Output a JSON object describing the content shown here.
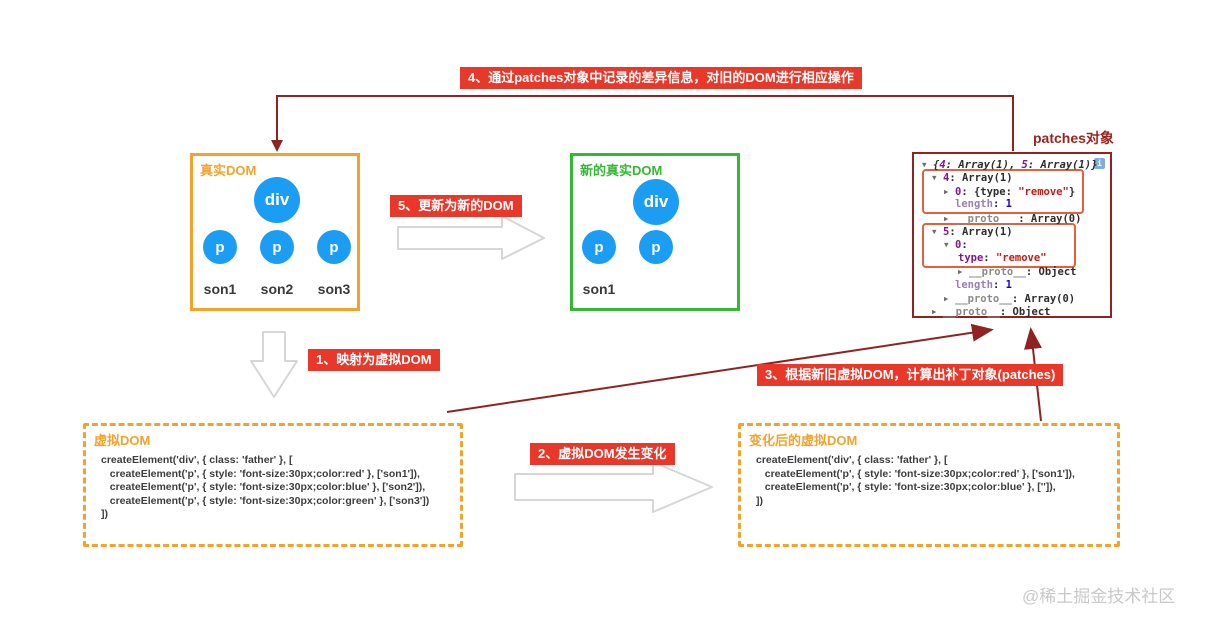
{
  "labels": {
    "step1": "1、映射为虚拟DOM",
    "step2": "2、虚拟DOM发生变化",
    "step3": "3、根据新旧虚拟DOM，计算出补丁对象(patches)",
    "step4": "4、通过patches对象中记录的差异信息，对旧的DOM进行相应操作",
    "step5": "5、更新为新的DOM"
  },
  "real_dom": {
    "title": "真实DOM",
    "root": "div",
    "children": [
      {
        "tag": "p",
        "caption": "son1"
      },
      {
        "tag": "p",
        "caption": "son2"
      },
      {
        "tag": "p",
        "caption": "son3"
      }
    ]
  },
  "new_dom": {
    "title": "新的真实DOM",
    "root": "div",
    "children": [
      {
        "tag": "p",
        "caption": "son1"
      },
      {
        "tag": "p",
        "caption": ""
      }
    ]
  },
  "patches": {
    "title": "patches对象",
    "info_icon": "i",
    "root_line": {
      "arrow": "▼",
      "o": "{",
      "k1": "4",
      "c1": ": ",
      "v1": "Array(1)",
      "sep": ", ",
      "k2": "5",
      "c2": ": ",
      "v2": "Array(1)",
      "x": "}"
    },
    "a4": {
      "arrow": "▼",
      "key": "4",
      "val": ": Array(1)"
    },
    "a4_item": {
      "arrow": "▶",
      "key": "0",
      "pre": ": {type: ",
      "str": "\"remove\"",
      "post": "}"
    },
    "a4_len": {
      "key": "length",
      "colon": ": ",
      "num": "1"
    },
    "a4_proto": {
      "arrow": "▶",
      "key": "__proto__",
      "val": " : Array(0)"
    },
    "a5": {
      "arrow": "▼",
      "key": "5",
      "val": ": Array(1)"
    },
    "a5_item": {
      "arrow": "▼",
      "key": "0",
      "val": ":"
    },
    "a5_type": {
      "key": "type",
      "colon": ": ",
      "str": "\"remove\""
    },
    "a5_item_proto": {
      "arrow": "▶",
      "key": "__proto__",
      "val": ": Object"
    },
    "a5_len": {
      "key": "length",
      "colon": ": ",
      "num": "1"
    },
    "a5_proto": {
      "arrow": "▶",
      "key": "__proto__",
      "val": ": Array(0)"
    },
    "root_proto": {
      "arrow": "▶",
      "key": "__proto__",
      "val": ": Object"
    }
  },
  "vdom": {
    "title": "虚拟DOM",
    "code": "createElement('div', { class: 'father' }, [\n   createElement('p', { style: 'font-size:30px;color:red' }, ['son1']),\n   createElement('p', { style: 'font-size:30px;color:blue' }, ['son2']),\n   createElement('p', { style: 'font-size:30px;color:green' }, ['son3'])\n])"
  },
  "vdom_changed": {
    "title": "变化后的虚拟DOM",
    "code": "createElement('div', { class: 'father' }, [\n   createElement('p', { style: 'font-size:30px;color:red' }, ['son1']),\n   createElement('p', { style: 'font-size:30px;color:blue' }, ['']),\n])"
  },
  "watermark": "@稀土掘金技术社区",
  "colors": {
    "step_label_bg": "#e8382a",
    "real_dom_border": "#f5a22d",
    "new_dom_border": "#35b834",
    "node_blue": "#1b9df3",
    "connector_dark_red": "#8e2321",
    "highlight_orange": "#e2603c",
    "vdom_dashed_orange": "#f5a22d"
  }
}
